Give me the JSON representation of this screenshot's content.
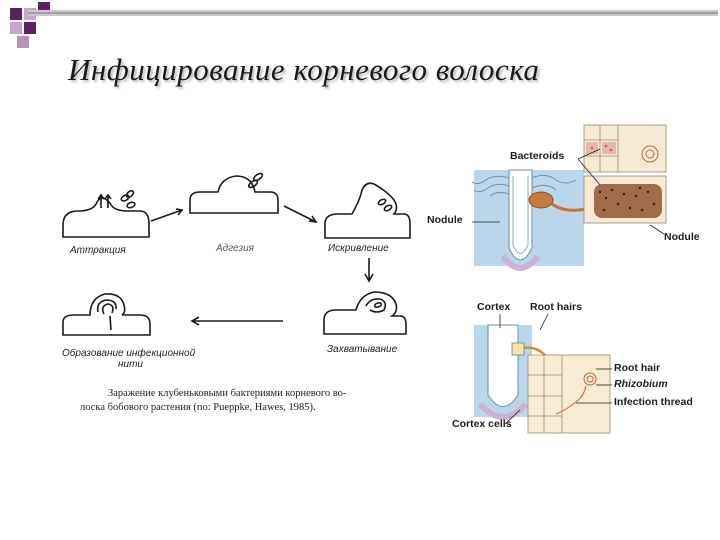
{
  "slide": {
    "title": "Инфицирование корневого волоска",
    "accent_color": "#5b2163",
    "accent_light": "#b890be"
  },
  "left_diagram": {
    "stages": [
      {
        "id": "attraction",
        "label": "Аттракция"
      },
      {
        "id": "adhesion",
        "label": "Адгезия"
      },
      {
        "id": "curling",
        "label": "Искривление"
      },
      {
        "id": "capture",
        "label": "Захватывание"
      },
      {
        "id": "infection-thread",
        "label_line1": "Образование инфекционной",
        "label_line2": "нити"
      }
    ],
    "caption_line1": "Заражение клубеньковыми бактериями корневого во-",
    "caption_line2": "лоска бобового растения (по: Pueppke, Hawes, 1985)."
  },
  "right_top": {
    "labels": {
      "bacteroids": "Bacteroids",
      "nodule_left": "Nodule",
      "nodule_right": "Nodule"
    }
  },
  "right_bottom": {
    "labels": {
      "cortex": "Cortex",
      "root_hairs": "Root hairs",
      "root_hair": "Root hair",
      "rhizobium": "Rhizobium",
      "infection_thread": "Infection thread",
      "cortex_cells": "Cortex cells"
    }
  }
}
